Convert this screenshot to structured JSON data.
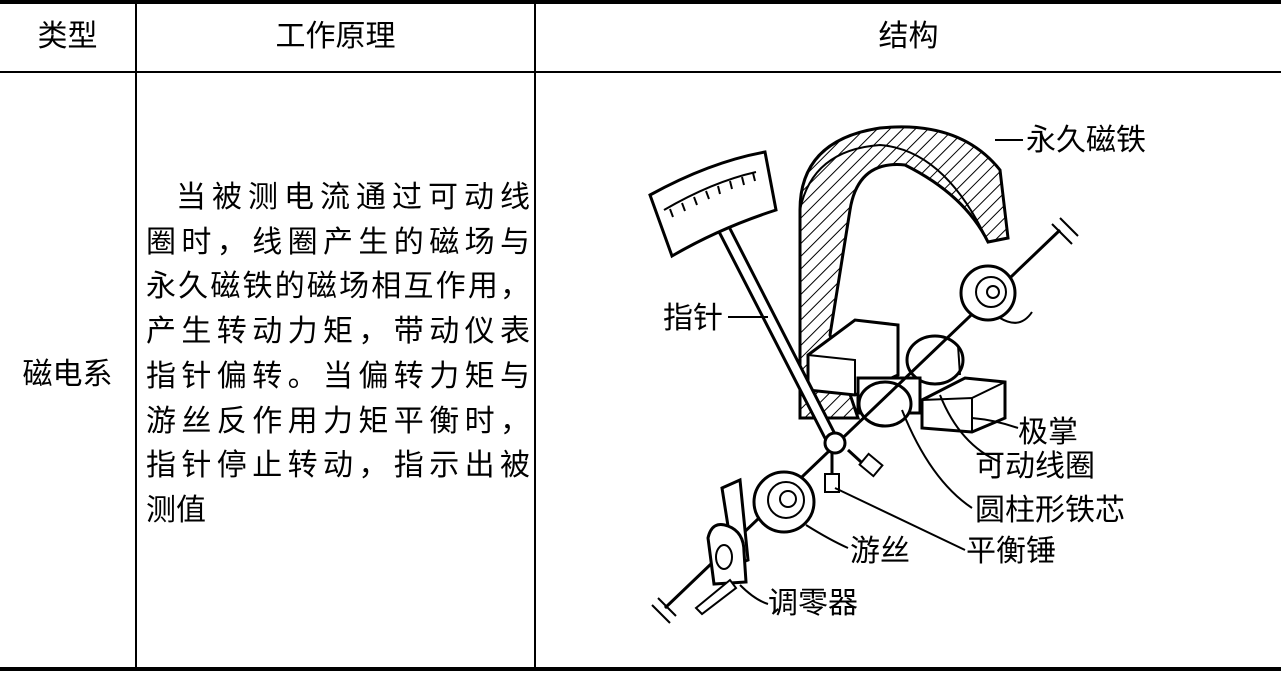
{
  "table": {
    "headers": {
      "type": "类型",
      "principle": "工作原理",
      "structure": "结构"
    },
    "row": {
      "type": "磁电系",
      "principle_lines": [
        "当被测电流通过可动线",
        "圈时，线圈产生的磁场与",
        "永久磁铁的磁场相互作用，",
        "产生转动力矩，带动仪表",
        "指针偏转。当偏转力矩与",
        "游丝反作用力矩平衡时，",
        "指针停止转动，指示出被",
        "测值"
      ]
    }
  },
  "diagram_labels": {
    "magnet": "永久磁铁",
    "pointer": "指针",
    "pole_shoe": "极掌",
    "moving_coil": "可动线圈",
    "iron_core": "圆柱形铁芯",
    "hairspring": "游丝",
    "balance_weight": "平衡锤",
    "zero_adjuster": "调零器"
  }
}
